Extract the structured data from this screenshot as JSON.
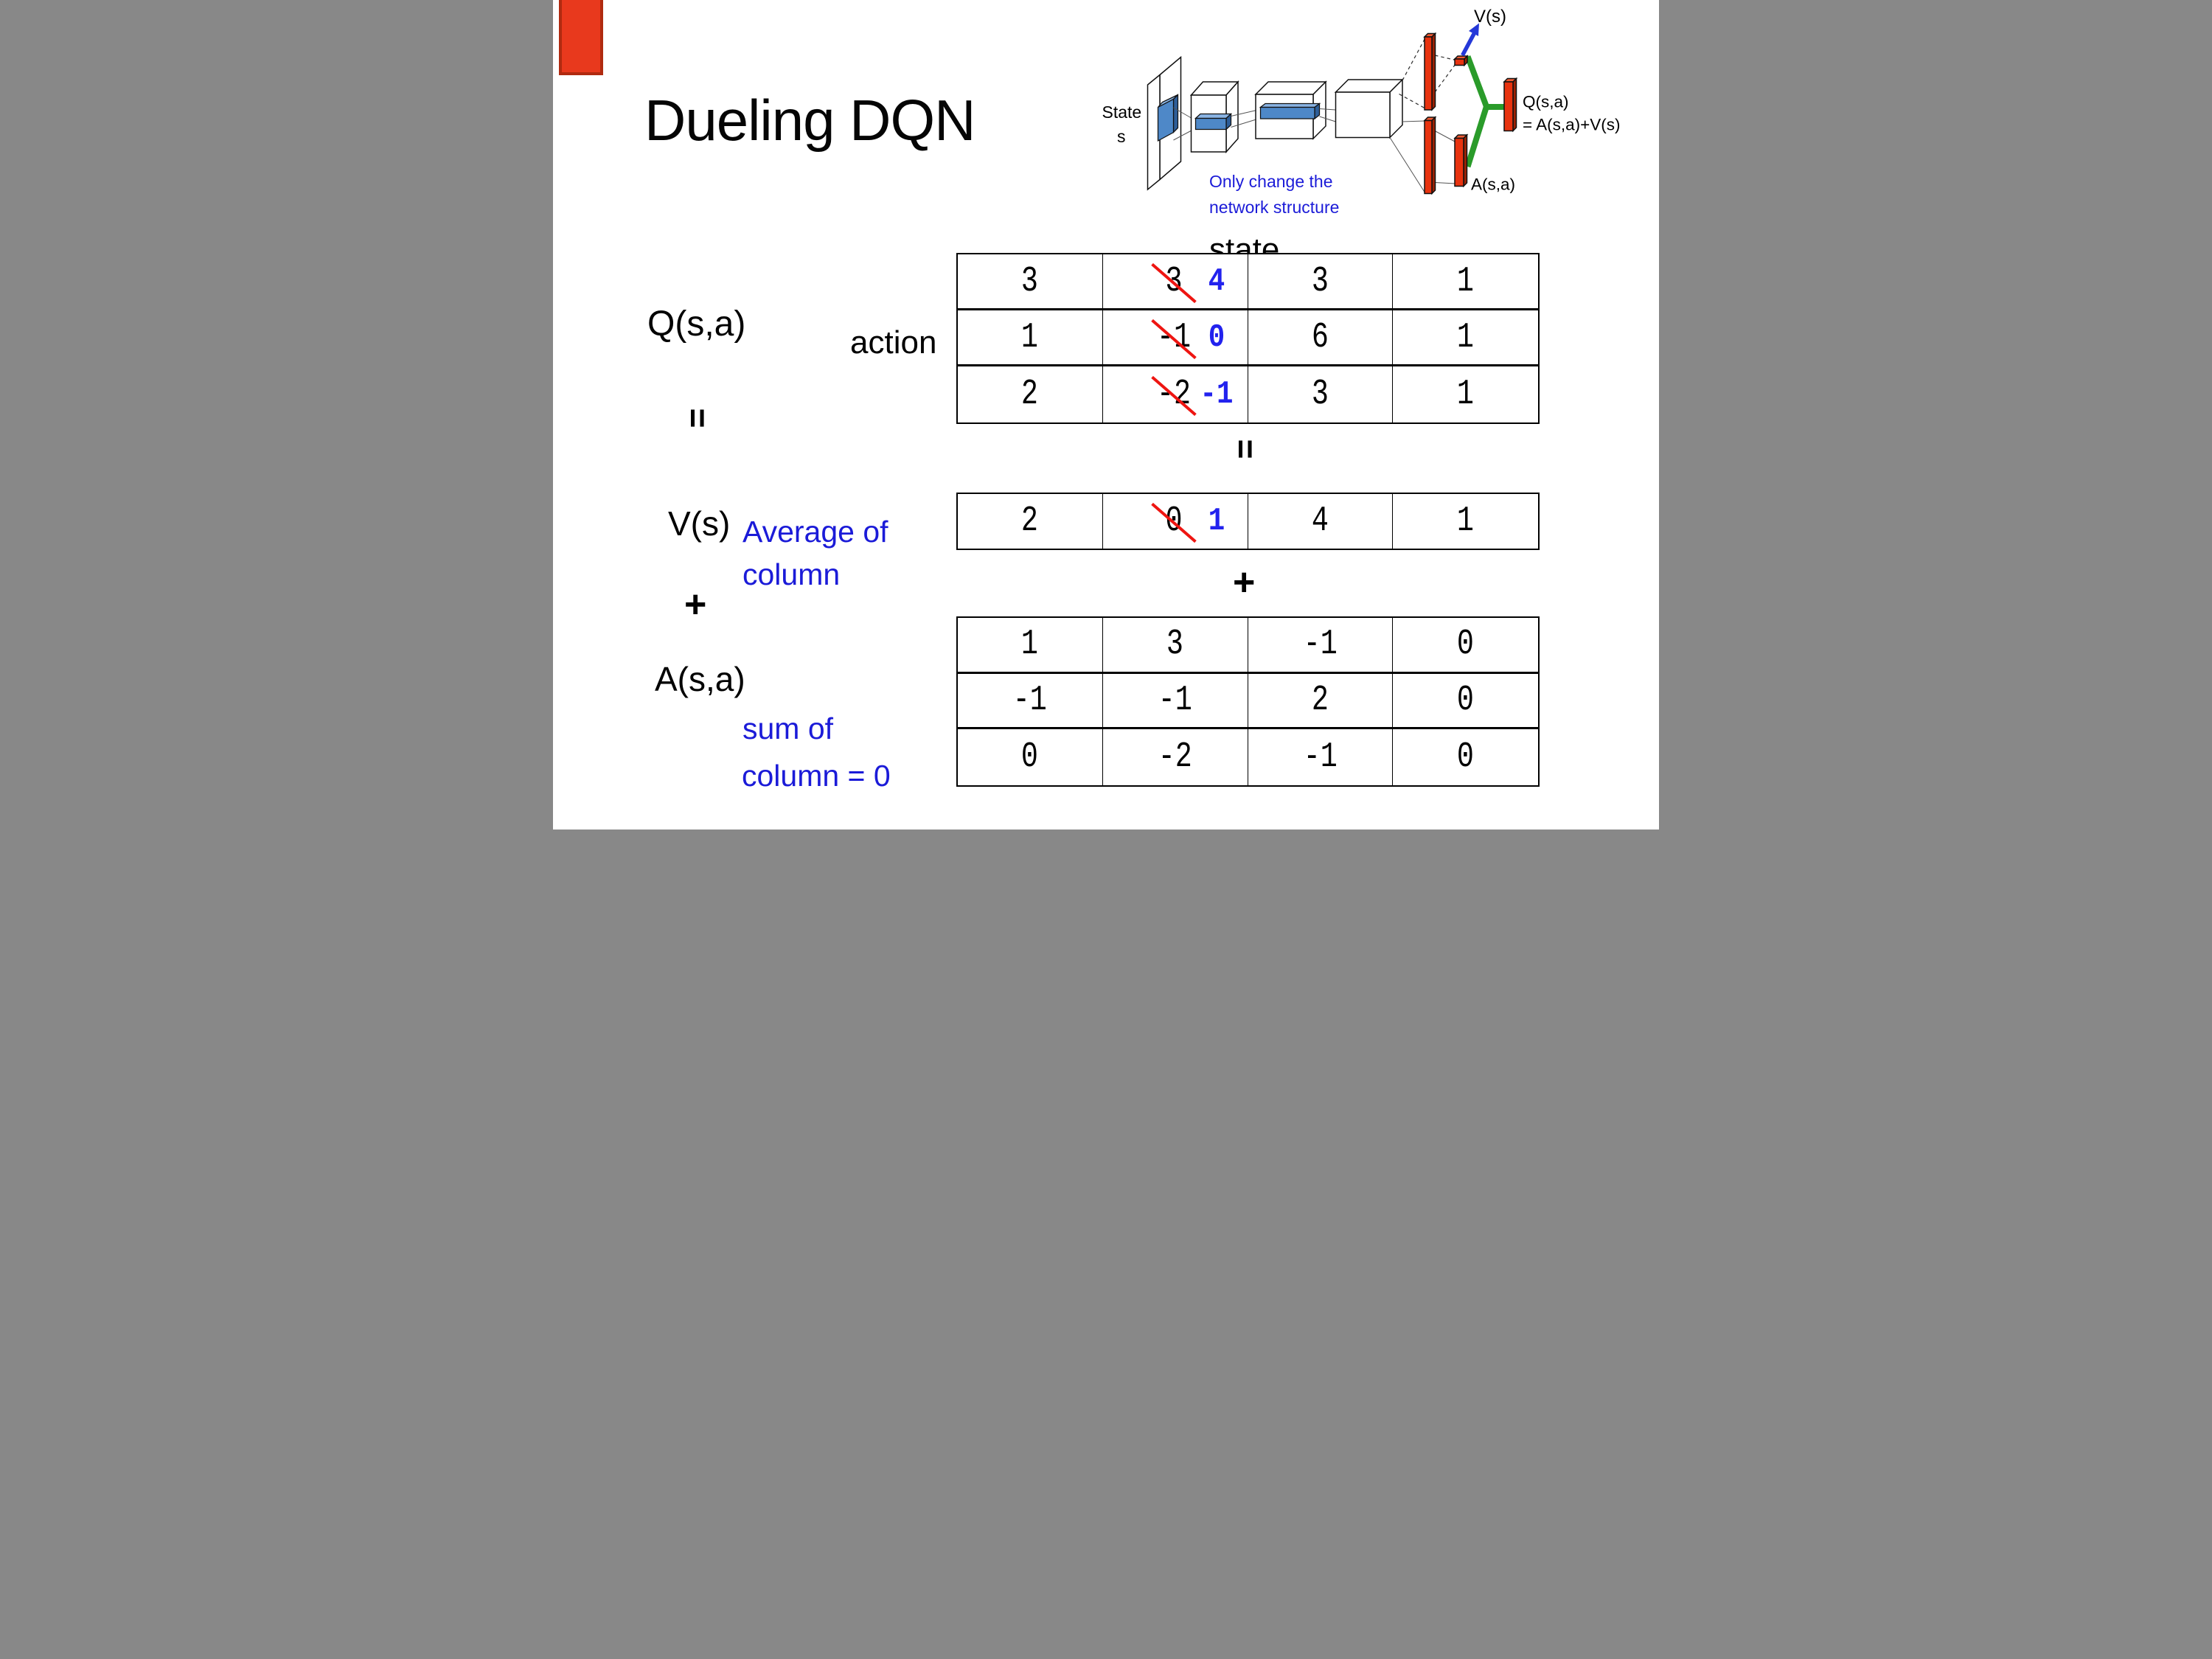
{
  "slide": {
    "title": "Dueling DQN"
  },
  "colors": {
    "annotation_blue": "#1b1bd8",
    "corrected_value_blue": "#2222ee",
    "strike_red": "#ee1511",
    "bar_red": "#e8330f",
    "stream_green": "#2a9b2a",
    "arrow_blue": "#2438d8",
    "conv_feature_blue": "#4e88c8"
  },
  "diagram": {
    "input_label_line1": "State",
    "input_label_line2": "s",
    "note_line1": "Only change the",
    "note_line2": "network structure",
    "value_head_label": "V(s)",
    "advantage_head_label": "A(s,a)",
    "output_label_line1": "Q(s,a)",
    "output_label_line2": "= A(s,a)+V(s)"
  },
  "matrix_section": {
    "state_header": "state",
    "action_label": "action",
    "q_label": "Q(s,a)",
    "v_label": "V(s)",
    "a_label": "A(s,a)",
    "equals_sign": "=",
    "plus_sign": "+",
    "avg_note_line1": "Average of",
    "avg_note_line2": "column",
    "sum_note_line1": "sum of",
    "sum_note_line2": "column = 0",
    "q_table": {
      "rows": [
        [
          {
            "v": "3"
          },
          {
            "old": "3",
            "new": "4"
          },
          {
            "v": "3"
          },
          {
            "v": "1"
          }
        ],
        [
          {
            "v": "1"
          },
          {
            "old": "-1",
            "new": "0"
          },
          {
            "v": "6"
          },
          {
            "v": "1"
          }
        ],
        [
          {
            "v": "2"
          },
          {
            "old": "-2",
            "new": "-1"
          },
          {
            "v": "3"
          },
          {
            "v": "1"
          }
        ]
      ]
    },
    "v_table": {
      "rows": [
        [
          {
            "v": "2"
          },
          {
            "old": "0",
            "new": "1"
          },
          {
            "v": "4"
          },
          {
            "v": "1"
          }
        ]
      ]
    },
    "a_table": {
      "rows": [
        [
          {
            "v": "1"
          },
          {
            "v": "3"
          },
          {
            "v": "-1"
          },
          {
            "v": "0"
          }
        ],
        [
          {
            "v": "-1"
          },
          {
            "v": "-1"
          },
          {
            "v": "2"
          },
          {
            "v": "0"
          }
        ],
        [
          {
            "v": "0"
          },
          {
            "v": "-2"
          },
          {
            "v": "-1"
          },
          {
            "v": "0"
          }
        ]
      ]
    }
  }
}
